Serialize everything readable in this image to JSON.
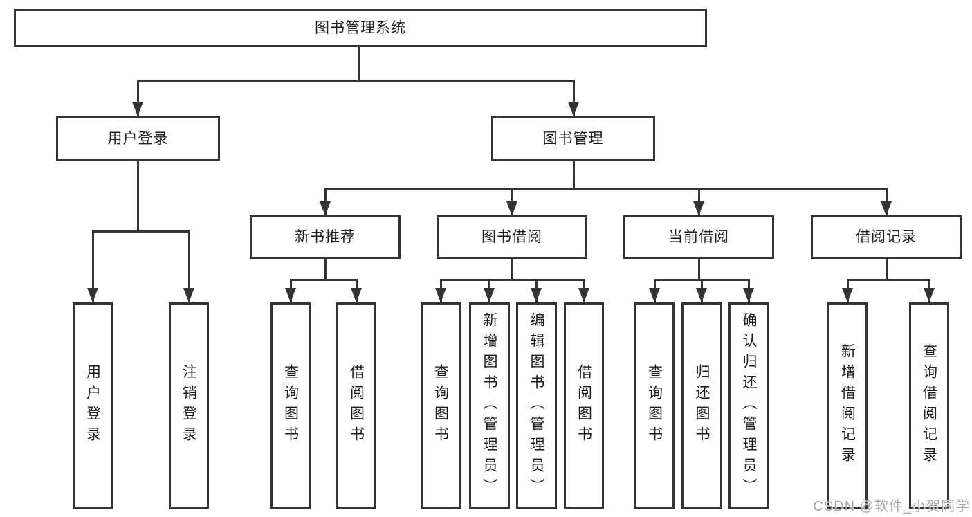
{
  "tree": {
    "root": {
      "label": "图书管理系统",
      "children": [
        {
          "label": "用户登录",
          "children": [
            {
              "label": "用户登录"
            },
            {
              "label": "注销登录"
            }
          ]
        },
        {
          "label": "图书管理",
          "children": [
            {
              "label": "新书推荐",
              "children": [
                {
                  "label": "查询图书"
                },
                {
                  "label": "借阅图书"
                }
              ]
            },
            {
              "label": "图书借阅",
              "children": [
                {
                  "label": "查询图书"
                },
                {
                  "label": "新增图书（管理员）"
                },
                {
                  "label": "编辑图书（管理员）"
                },
                {
                  "label": "借阅图书"
                }
              ]
            },
            {
              "label": "当前借阅",
              "children": [
                {
                  "label": "查询图书"
                },
                {
                  "label": "归还图书"
                },
                {
                  "label": "确认归还（管理员）"
                }
              ]
            },
            {
              "label": "借阅记录",
              "children": [
                {
                  "label": "新增借阅记录"
                },
                {
                  "label": "查询借阅记录"
                }
              ]
            }
          ]
        }
      ]
    }
  },
  "watermark": {
    "text": "CSDN @软件_小贺同学"
  },
  "colors": {
    "line": "#343434",
    "box-border": "#343434",
    "box-fill": "#ffffff",
    "text": "#1c1c1c",
    "watermark": "#a8a8a8",
    "bg": "#ffffff"
  }
}
